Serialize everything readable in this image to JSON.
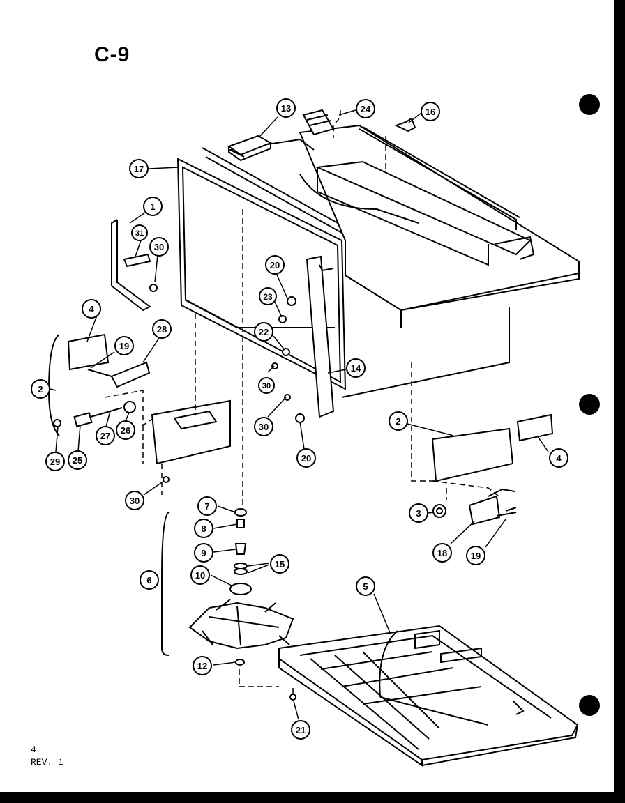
{
  "page": {
    "title": "C-9",
    "page_number": "4",
    "revision": "REV. 1"
  },
  "callouts": [
    "13",
    "24",
    "16",
    "17",
    "1",
    "31",
    "30",
    "20",
    "23",
    "22",
    "14",
    "4",
    "19",
    "28",
    "2",
    "29",
    "25",
    "27",
    "26",
    "30",
    "30",
    "30",
    "20",
    "2",
    "4",
    "3",
    "18",
    "19",
    "7",
    "8",
    "9",
    "15",
    "10",
    "6",
    "5",
    "12",
    "21"
  ]
}
